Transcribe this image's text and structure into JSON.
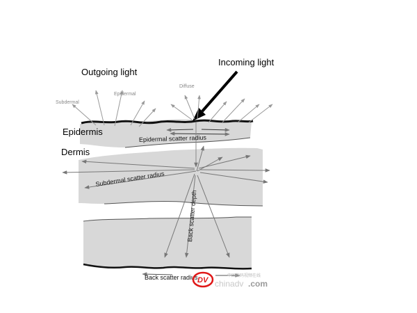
{
  "labels": {
    "outgoing_light": "Outgoing light",
    "incoming_light": "Incoming light",
    "subdermal": "Subdermal",
    "epidermal": "Epidermal",
    "diffuse": "Diffuse",
    "epidermis": "Epidermis",
    "dermis": "Dermis",
    "epidermal_scatter_radius": "Epidermal scatter radius",
    "subdermal_scatter_radius": "Subdermal scatter radius",
    "back_scatter_depth": "Back scatter depth",
    "back_scatter_radius": "Back scatter radius"
  },
  "watermark": {
    "logo_text": "DV",
    "site_cn": "中国数码视频在线",
    "site_name": "chinadv",
    "site_tld": ".com"
  },
  "colors": {
    "layer_fill": "#d8d8d8",
    "gray_arrow": "#8a8a8a",
    "logo_red": "#e01818"
  }
}
